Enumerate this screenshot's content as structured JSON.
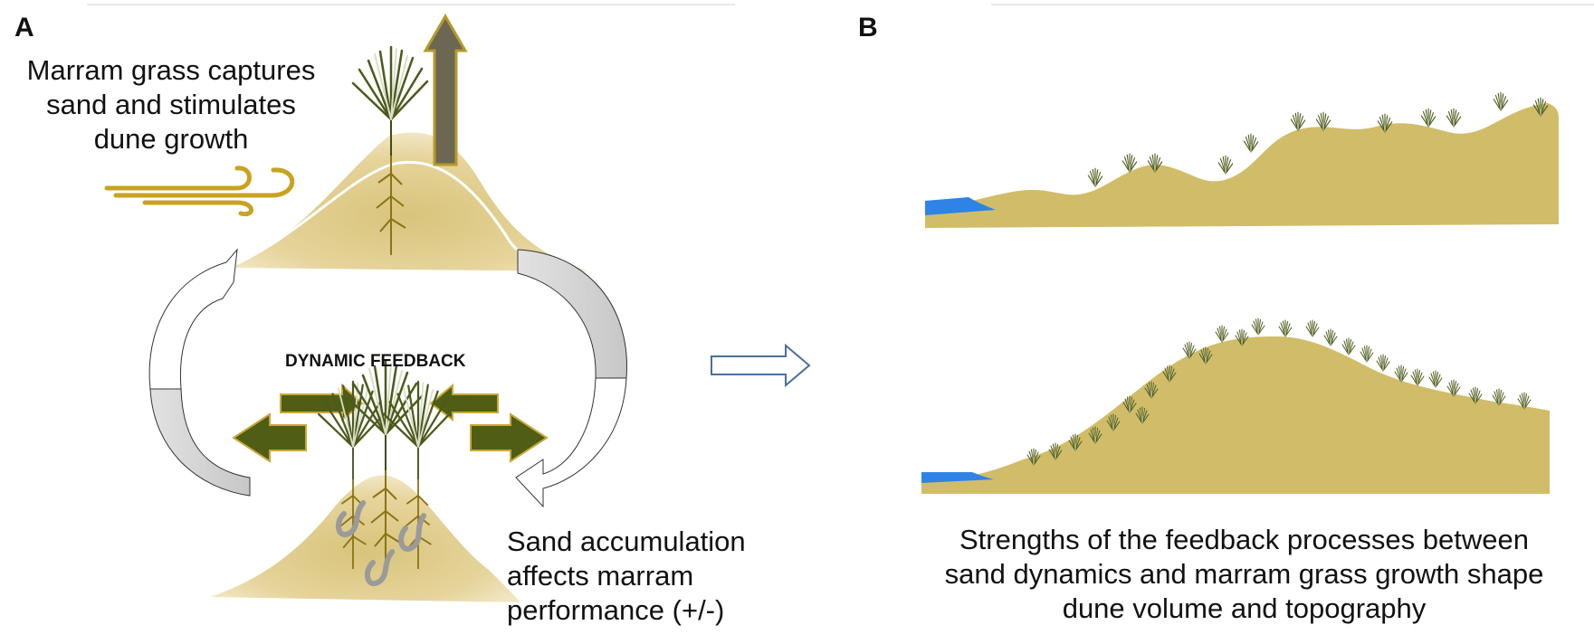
{
  "panel_a": {
    "letter": "A",
    "title_lines": [
      "Marram grass captures",
      "sand and stimulates",
      "dune growth"
    ],
    "center_label": "DYNAMIC FEEDBACK",
    "bottom_lines": [
      "Sand accumulation",
      "affects marram",
      "performance (+/-)"
    ]
  },
  "panel_b": {
    "letter": "B",
    "caption_lines": [
      "Strengths of the feedback processes between",
      "sand dynamics and marram grass growth shape",
      "dune volume and topography"
    ]
  },
  "colors": {
    "sand": "#d1bd69",
    "sand_light": "#e6d49c",
    "water": "#2f83e6",
    "grass_dark": "#4b5a1c",
    "arrow_olive": "#4f5e14",
    "arrow_border": "#c9a83a",
    "up_arrow": "#6b6753",
    "wind": "#c9a31f",
    "worm": "#9a9a9a",
    "panel_arrow": "#4a6f9a"
  },
  "icons": [
    "wind-icon",
    "marram-grass-icon",
    "up-arrow-icon",
    "cycle-arrow-icon",
    "worm-icon",
    "right-arrow-icon",
    "water-icon"
  ]
}
